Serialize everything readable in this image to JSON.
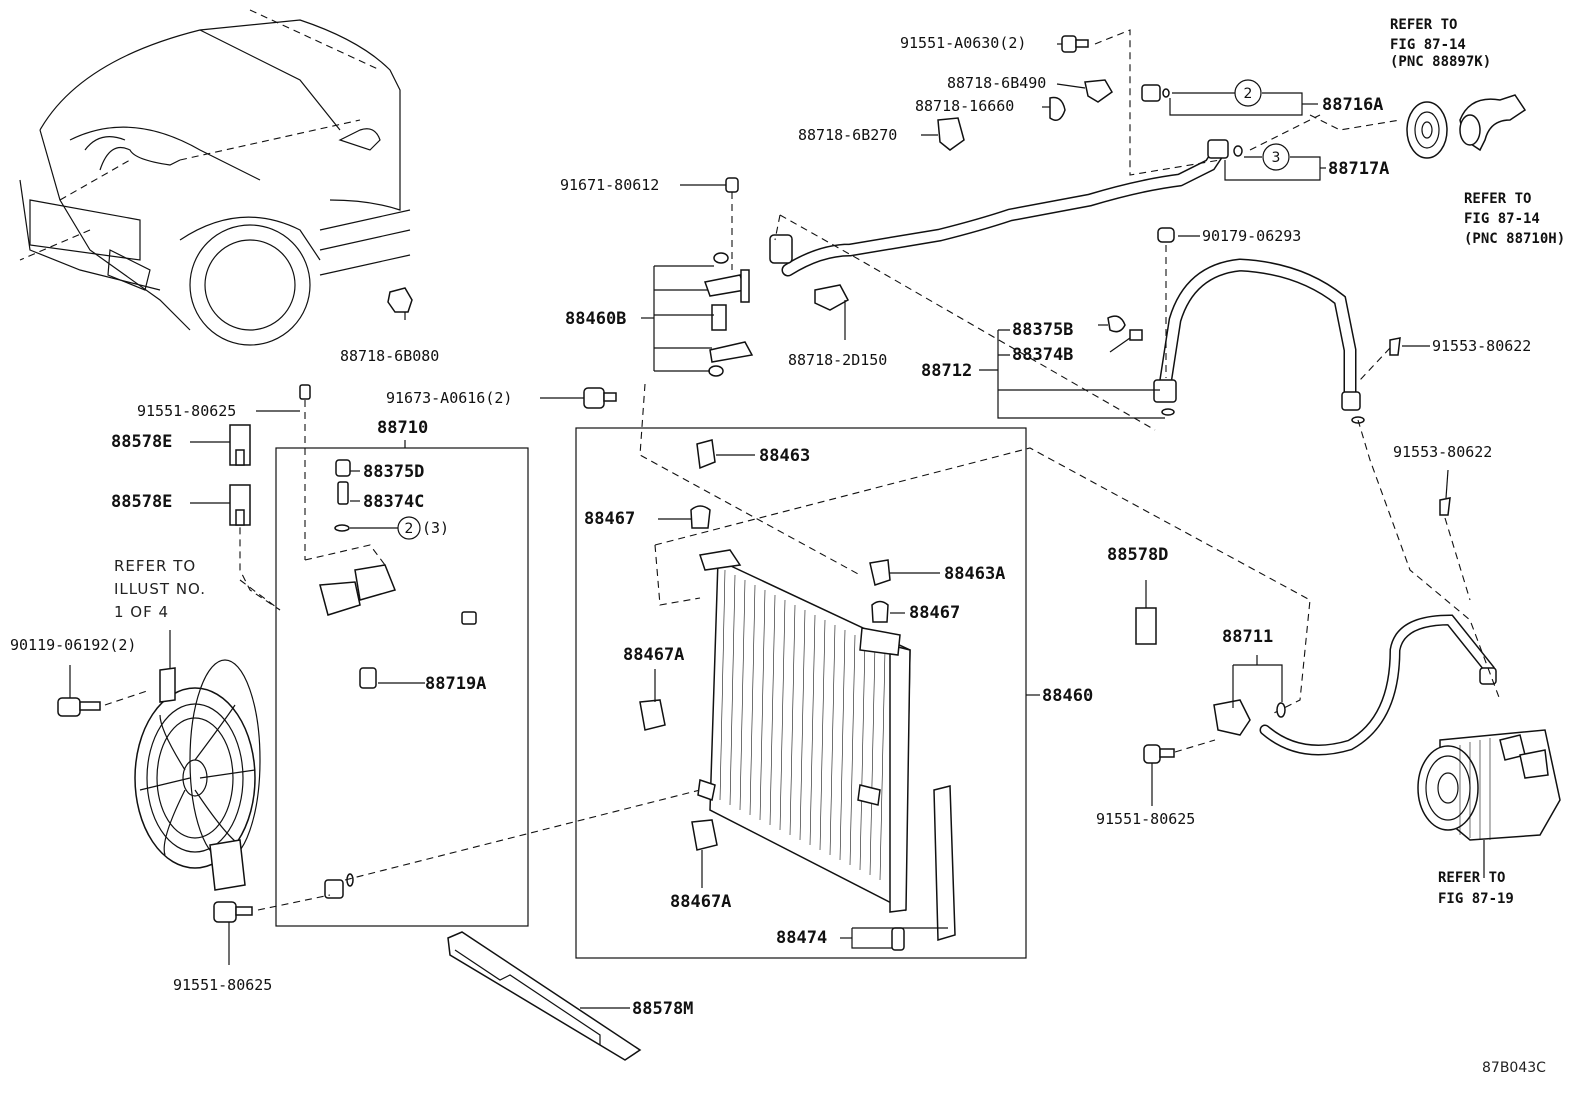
{
  "diagram_code": "87B043C",
  "labels": {
    "p_91551_A0630": "91551-A0630(2)",
    "p_88718_6B490": "88718-6B490",
    "p_88718_16660": "88718-16660",
    "p_88718_6B270": "88718-6B270",
    "p_88716A": "88716A",
    "p_88717A": "88717A",
    "p_91671_80612": "91671-80612",
    "p_88460B": "88460B",
    "p_88718_2D150": "88718-2D150",
    "p_90179_06293": "90179-06293",
    "p_88375B": "88375B",
    "p_88374B": "88374B",
    "p_88712": "88712",
    "p_91553_80622_a": "91553-80622",
    "p_91553_80622_b": "91553-80622",
    "p_88718_6B080": "88718-6B080",
    "p_91551_80625_a": "91551-80625",
    "p_88578E_a": "88578E",
    "p_88578E_b": "88578E",
    "p_88710": "88710",
    "p_91673_A0616": "91673-A0616(2)",
    "p_88375D": "88375D",
    "p_88374C": "88374C",
    "p_88463": "88463",
    "p_88467_a": "88467",
    "p_88467_b": "88467",
    "p_88463A": "88463A",
    "p_88578D": "88578D",
    "p_88711": "88711",
    "p_88467A_a": "88467A",
    "p_88467A_b": "88467A",
    "p_88460": "88460",
    "p_88719A": "88719A",
    "p_90119_06192": "90119-06192(2)",
    "p_91551_80625_b": "91551-80625",
    "p_91551_80625_c": "91551-80625",
    "p_88474": "88474",
    "p_88578M": "88578M",
    "qty_3": "(3)"
  },
  "circles": {
    "c_2_top": "2",
    "c_3_top": "3",
    "c_2_left": "2"
  },
  "refs": {
    "fig_87_14_k": {
      "line1": "REFER TO",
      "line2": "FIG 87-14",
      "line3": "(PNC 88897K)"
    },
    "fig_87_14_h": {
      "line1": "REFER TO",
      "line2": "FIG 87-14",
      "line3": "(PNC 88710H)"
    },
    "fig_87_19": {
      "line1": "REFER TO",
      "line2": "FIG 87-19"
    },
    "illust": {
      "line1": "REFER TO",
      "line2": "ILLUST NO.",
      "line3": "1 OF 4"
    }
  }
}
